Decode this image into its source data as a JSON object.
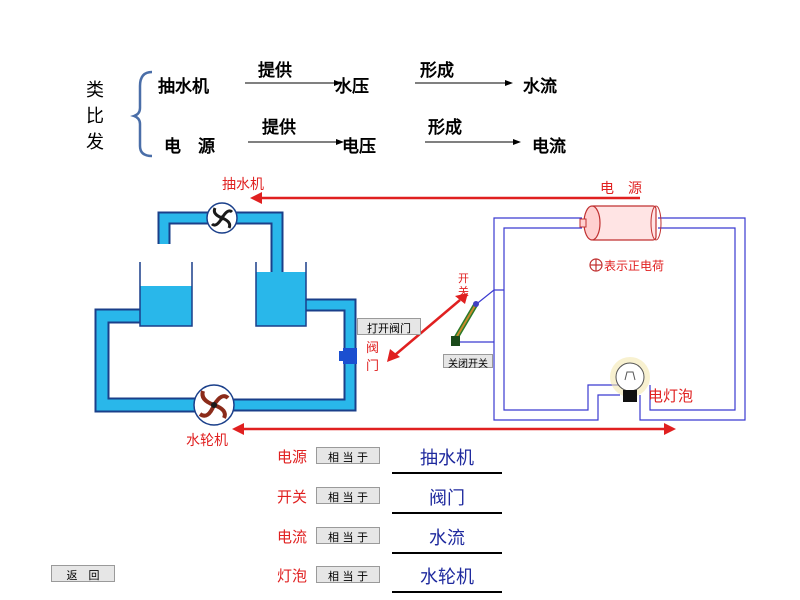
{
  "analogy": {
    "title_chars": [
      "类",
      "比",
      "发"
    ],
    "row1": [
      "抽水机",
      "提供",
      "水压",
      "形成",
      "水流"
    ],
    "row2": [
      "电　源",
      "提供",
      "电压",
      "形成",
      "电流"
    ]
  },
  "diagram": {
    "pump_label": "抽水机",
    "source_label": "电　源",
    "positive_charge_label": "表示正电荷",
    "switch_label": "开\n关",
    "valve_label": "阀\n门",
    "open_valve_button": "打开阀门",
    "close_switch_button": "关闭开关",
    "wheel_label": "水轮机",
    "bulb_label": "电灯泡"
  },
  "matches": [
    {
      "term": "电源",
      "button": "相 当 于",
      "answer": "抽水机"
    },
    {
      "term": "开关",
      "button": "相 当 于",
      "answer": "阀门"
    },
    {
      "term": "电流",
      "button": "相 当 于",
      "answer": "水流"
    },
    {
      "term": "灯泡",
      "button": "相 当 于",
      "answer": "水轮机"
    }
  ],
  "back_button": "返　回",
  "colors": {
    "water": "#29b7ea",
    "pipe_outline": "#1a3f8a",
    "wire": "#3a3ad0",
    "arrow": "#e02020"
  }
}
